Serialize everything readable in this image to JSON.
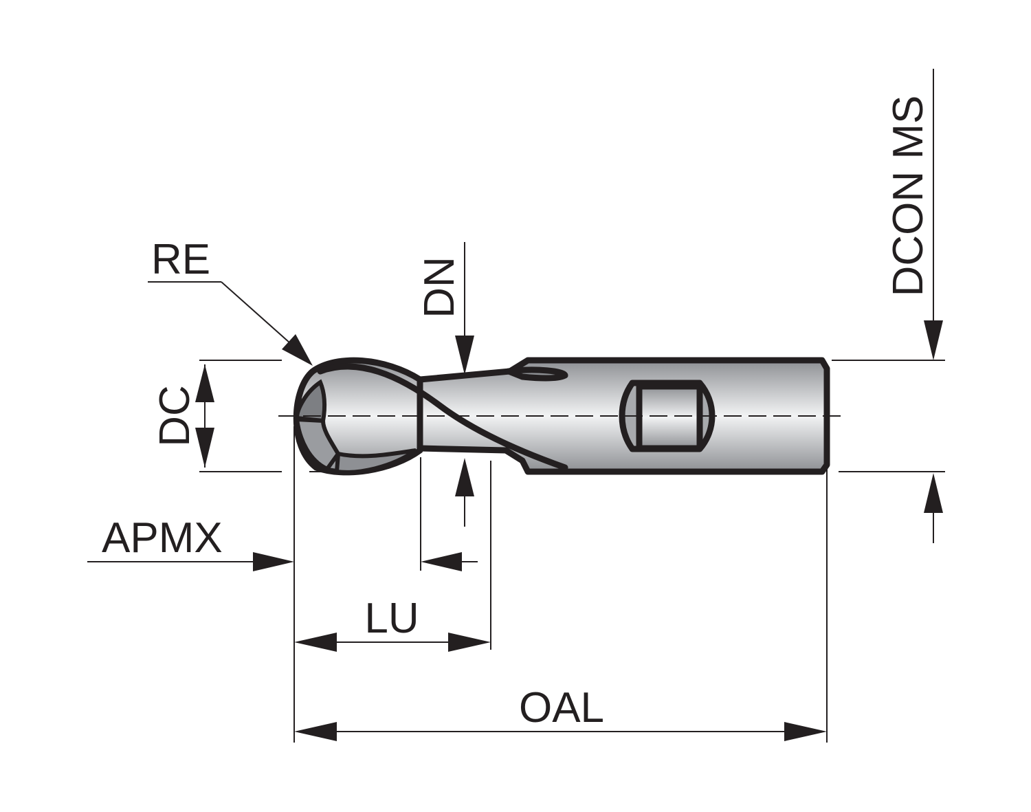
{
  "labels": {
    "re": "RE",
    "dn": "DN",
    "dcon_ms": "DCON MS",
    "dc": "DC",
    "apmx": "APMX",
    "lu": "LU",
    "oal": "OAL"
  },
  "colors": {
    "ink": "#231f20",
    "metal_light": "#f2f3f4",
    "metal_dark": "#8e9094"
  }
}
